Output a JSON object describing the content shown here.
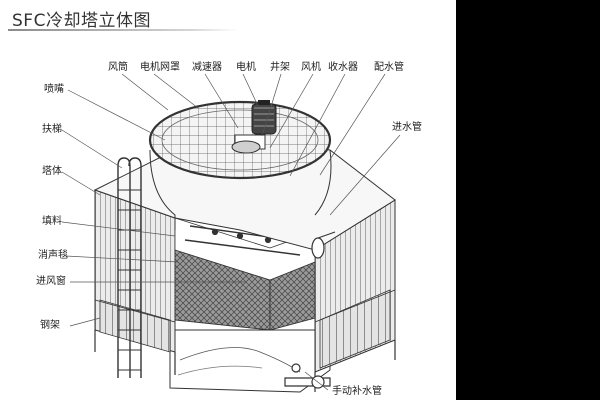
{
  "title": "SFC冷却塔立体图",
  "labels": {
    "fan_duct": "风筒",
    "motor_cover": "电机网罩",
    "reducer": "减速器",
    "motor": "电机",
    "well_frame": "井架",
    "fan": "风机",
    "water_collector": "收水器",
    "distribution_pipe": "配水管",
    "spray_nozzle": "喷嘴",
    "ladder": "扶梯",
    "inlet_pipe": "进水管",
    "tower_body": "塔体",
    "fill": "填料",
    "silencer_blanket": "消声毯",
    "air_inlet_window": "进风窗",
    "steel_frame": "钢架",
    "manual_makeup_pipe": "手动补水管"
  },
  "colors": {
    "line": "#333333",
    "panel": "#e6e6e6",
    "fill_dark": "#555555",
    "leader": "#555555",
    "band": "#000000"
  }
}
